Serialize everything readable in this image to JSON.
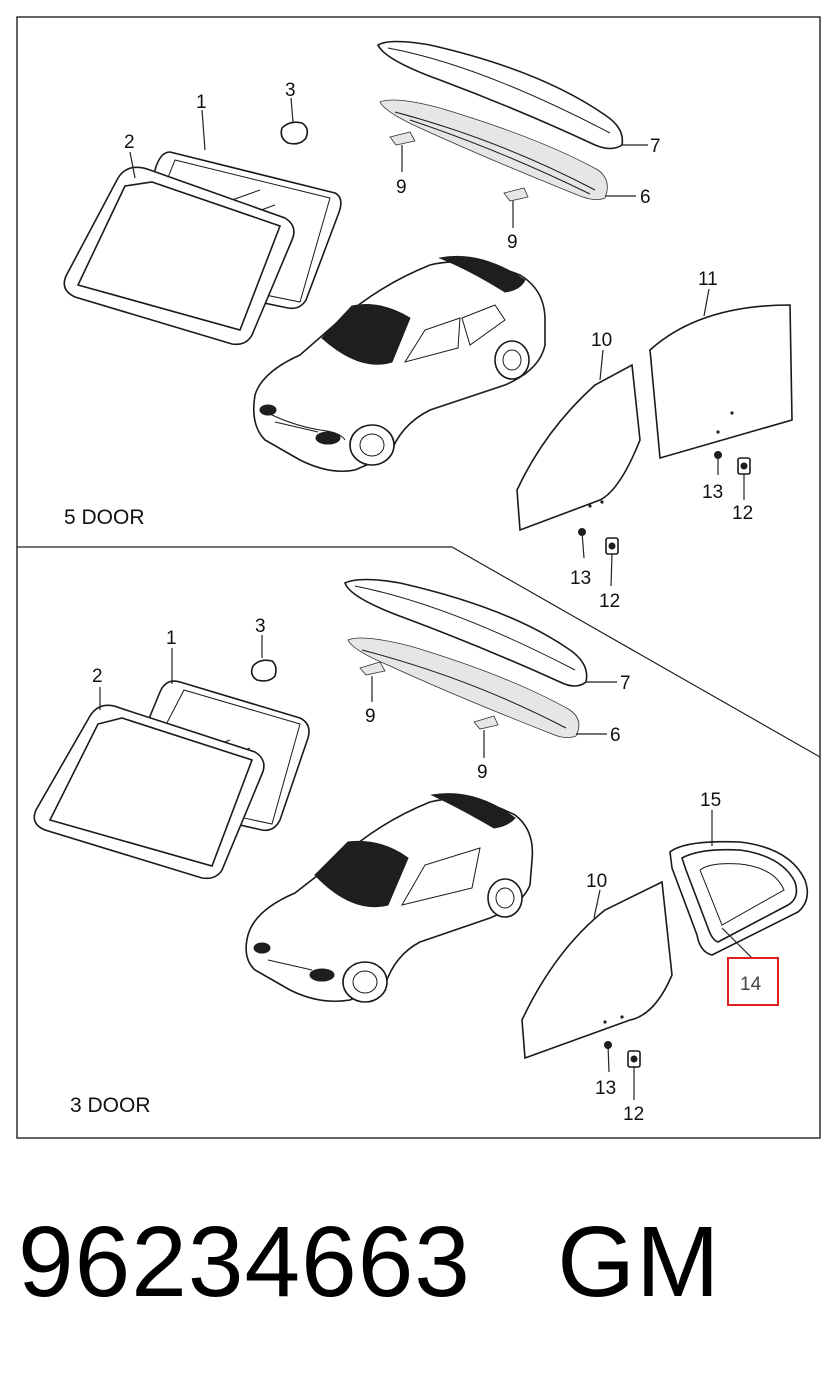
{
  "sections": [
    {
      "label": "5 DOOR",
      "callouts": [
        "1",
        "2",
        "3",
        "7",
        "9",
        "6",
        "9",
        "11",
        "10",
        "13",
        "12",
        "13",
        "12"
      ]
    },
    {
      "label": "3 DOOR",
      "callouts": [
        "1",
        "2",
        "3",
        "7",
        "9",
        "6",
        "9",
        "15",
        "10",
        "14",
        "13",
        "12"
      ]
    }
  ],
  "highlighted_callout": "14",
  "highlight_color": "#e02020",
  "caption": {
    "part_number": "96234663",
    "brand": "GM"
  }
}
